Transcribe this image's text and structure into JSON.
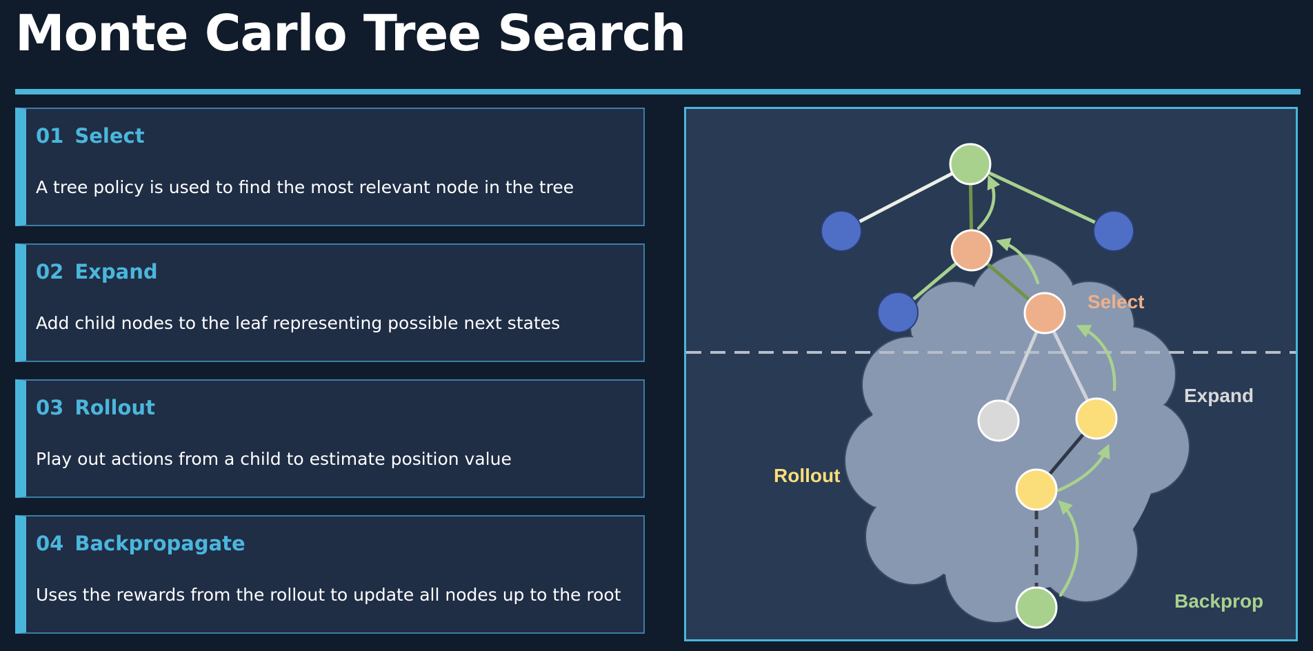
{
  "page": {
    "title": "Monte Carlo Tree Search"
  },
  "steps": [
    {
      "number": "01",
      "title": "Select",
      "description": "A tree policy is used to find the most relevant node in the tree"
    },
    {
      "number": "02",
      "title": "Expand",
      "description": "Add child nodes to the leaf representing possible next states"
    },
    {
      "number": "03",
      "title": "Rollout",
      "description": "Play out actions from a child to estimate position value"
    },
    {
      "number": "04",
      "title": "Backpropagate",
      "description": "Uses the rewards from the rollout to update all nodes up to the root"
    }
  ],
  "diagram": {
    "labels": {
      "select": "Select",
      "expand": "Expand",
      "rollout": "Rollout",
      "backprop": "Backprop"
    },
    "colors": {
      "select": "#eeb08a",
      "expand": "#d9d9d9",
      "rollout": "#fbdd7a",
      "backprop": "#a9d18e",
      "unvisited": "#4f6fc6",
      "cloud": "#8898b1",
      "accent": "#4bb6dc"
    }
  }
}
